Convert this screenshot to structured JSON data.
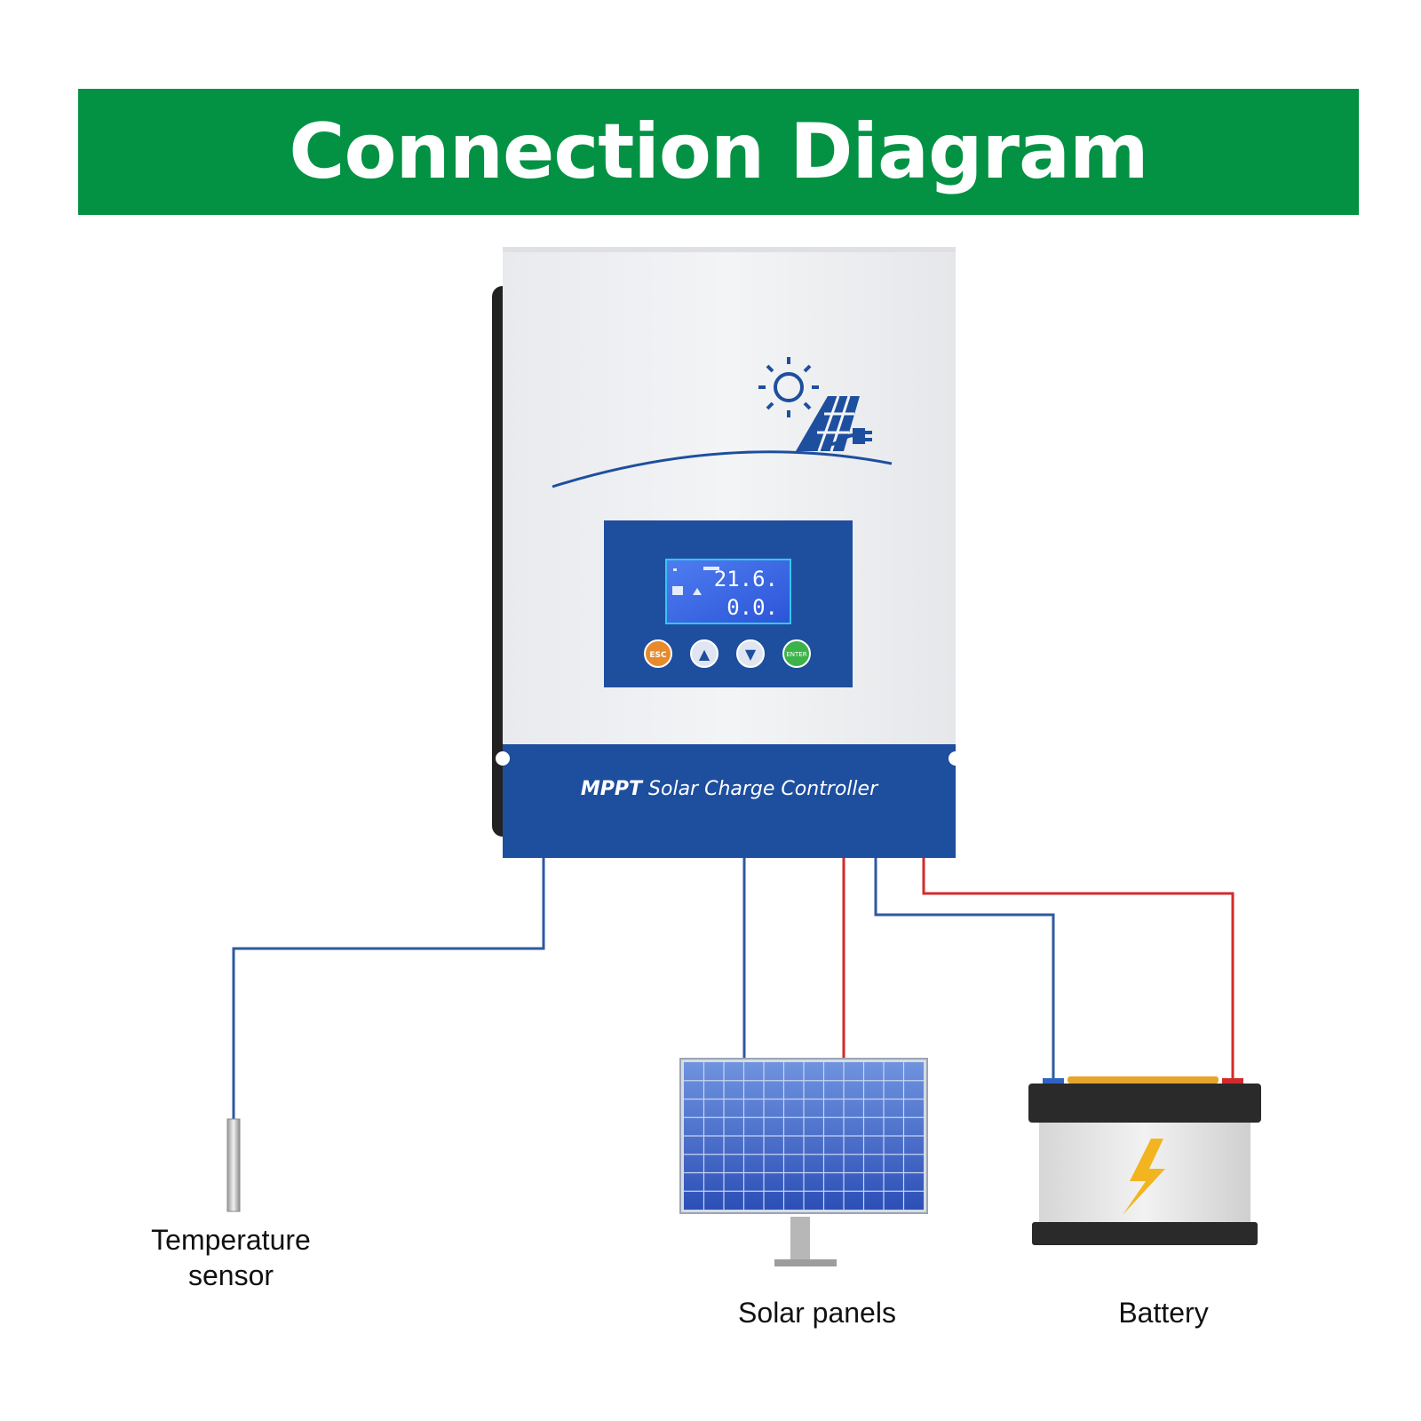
{
  "header": {
    "title": "Connection Diagram"
  },
  "controller": {
    "brand": "MPPT",
    "name": "Solar Charge Controller",
    "display": {
      "line1": "21.6.",
      "line2": "0.0."
    },
    "buttons": [
      {
        "label": "ESC",
        "color": "#e88a2c"
      },
      {
        "label": "▲",
        "color": "#dfe6f2"
      },
      {
        "label": "▼",
        "color": "#dfe6f2"
      },
      {
        "label": "ENTER",
        "color": "#3cb34a"
      }
    ]
  },
  "components": {
    "temperature_sensor": {
      "label_line1": "Temperature",
      "label_line2": "sensor"
    },
    "solar_panels": {
      "label": "Solar panels"
    },
    "battery": {
      "label": "Battery"
    }
  },
  "colors": {
    "banner": "#039243",
    "wire_negative": "#2c5aa0",
    "wire_positive": "#d22b2b",
    "controller_blue": "#1e4f9e"
  }
}
